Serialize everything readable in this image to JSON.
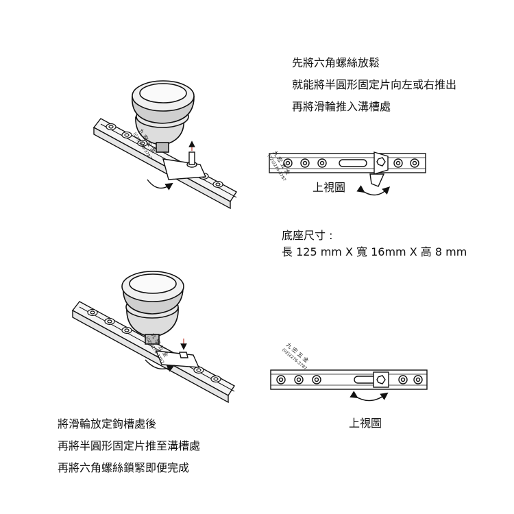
{
  "steps_top": [
    "先將六角螺絲放鬆",
    "就能將半圓形固定片向左或右推出",
    "再將滑輪推入溝槽處"
  ],
  "top_view_label_1": "上視圖",
  "dimension": {
    "title": "底座尺寸 :",
    "value": "長 125 mm X 寬 16mm X 高 8 mm"
  },
  "steps_bottom": [
    "將滑輪放定鉤槽處後",
    "再將半圓形固定片推至溝槽處",
    "再將六角螺絲鎖緊即便完成"
  ],
  "top_view_label_2": "上視圖",
  "stamp": {
    "brand": "九 宏 五 金",
    "phone": "(02)2276-3787"
  }
}
